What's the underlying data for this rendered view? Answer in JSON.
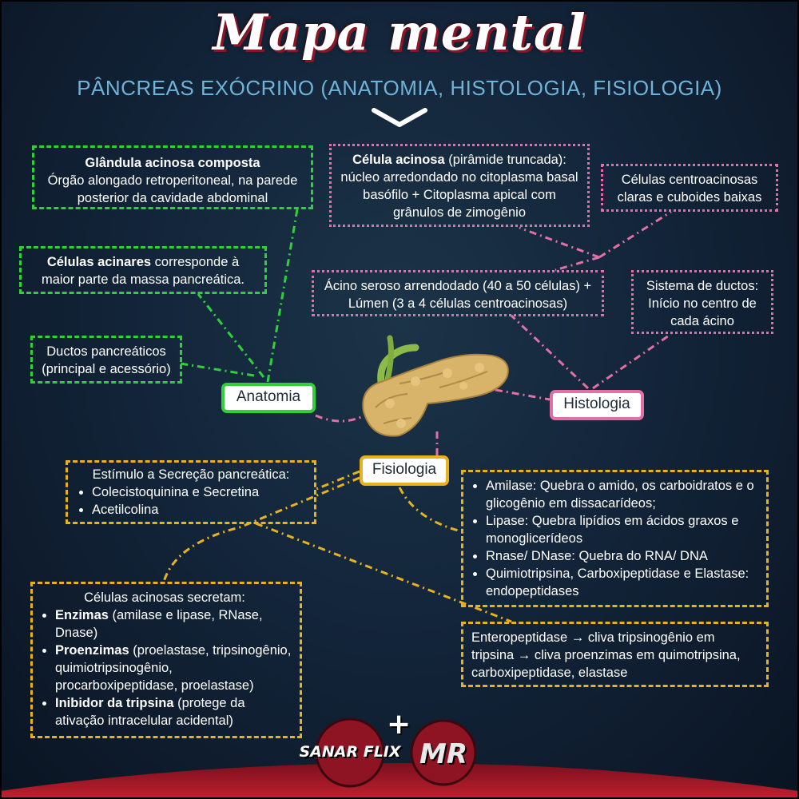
{
  "title": "Mapa mental",
  "subtitle": "PÂNCREAS EXÓCRINO (ANATOMIA, HISTOLOGIA, FISIOLOGIA)",
  "colors": {
    "anatomia": "#2fd03a",
    "histologia": "#e070a5",
    "fisiologia": "#e8b21f",
    "subtitle": "#6fb2d8"
  },
  "nodes": {
    "anatomia": "Anatomia",
    "histologia": "Histologia",
    "fisiologia": "Fisiologia"
  },
  "anatomia": {
    "glandula": {
      "bold": "Glândula acinosa composta",
      "text": "Órgão alongado retroperitoneal, na parede posterior da cavidade abdominal"
    },
    "celulas": {
      "bold": "Células acinares",
      "text": " corresponde à maior parte da massa pancreática."
    },
    "ductos": {
      "text": "Ductos pancreáticos (principal e acessório)"
    }
  },
  "histologia": {
    "celula_acinosa": {
      "bold": "Célula acinosa",
      "text": " (pirâmide truncada): núcleo arredondado no citoplasma basal basófilo + Citoplasma apical com grânulos de zimogênio"
    },
    "centroacinosas": {
      "text": "Células centroacinosas claras e cuboides baixas"
    },
    "acino": {
      "text": "Ácino seroso arrendodado (40 a 50 células) + Lúmen (3 a 4 células centroacinosas)"
    },
    "ductos": {
      "text": "Sistema de ductos: Início no centro de cada ácino"
    }
  },
  "fisiologia": {
    "estimulo": {
      "heading": "Estímulo a Secreção pancreática:",
      "items": [
        "Colecistoquinina e Secretina",
        "Acetilcolina"
      ]
    },
    "enzimas_list": [
      "Amilase: Quebra o amido, os carboidratos e o glicogênio em dissacarídeos;",
      "Lipase: Quebra lipídios em ácidos graxos e monoglicerídeos",
      "Rnase/ DNase: Quebra do RNA/ DNA",
      "Quimiotripsina, Carboxipeptidase e Elastase: endopeptidases"
    ],
    "secretam": {
      "heading": "Células acinosas secretam:",
      "items": [
        {
          "bold": "Enzimas",
          "text": " (amilase e lipase, RNase, Dnase)"
        },
        {
          "bold": "Proenzimas",
          "text": " (proelastase, tripsinogênio, quimiotripsinogênio, procarboxipeptidase, proelastase)"
        },
        {
          "bold": "Inibidor da tripsina",
          "text": " (protege da ativação intracelular acidental)"
        }
      ]
    },
    "enteropeptidase": {
      "text": "Enteropeptidase → cliva tripsinogênio em tripsina → cliva proenzimas  em quimotripsina, carboxipeptidase, elastase"
    }
  },
  "footer": {
    "logo_left": "SANAR FLIX",
    "plus": "+",
    "logo_right": "MR"
  }
}
